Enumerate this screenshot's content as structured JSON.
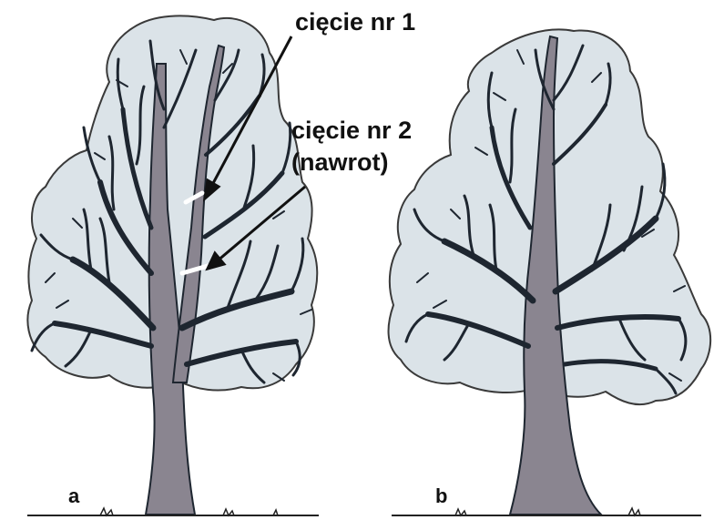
{
  "annotations": {
    "cut1": "cięcie nr 1",
    "cut2_line1": "cięcie nr 2",
    "cut2_line2": "(nawrot)"
  },
  "panels": {
    "a": "a",
    "b": "b"
  },
  "colors": {
    "crown": "#dbe3e8",
    "crown_outline": "#3a3a3a",
    "trunk": "#8a8590",
    "branch": "#1e2630",
    "cut_mark": "#ffffff",
    "ground": "#222222"
  }
}
